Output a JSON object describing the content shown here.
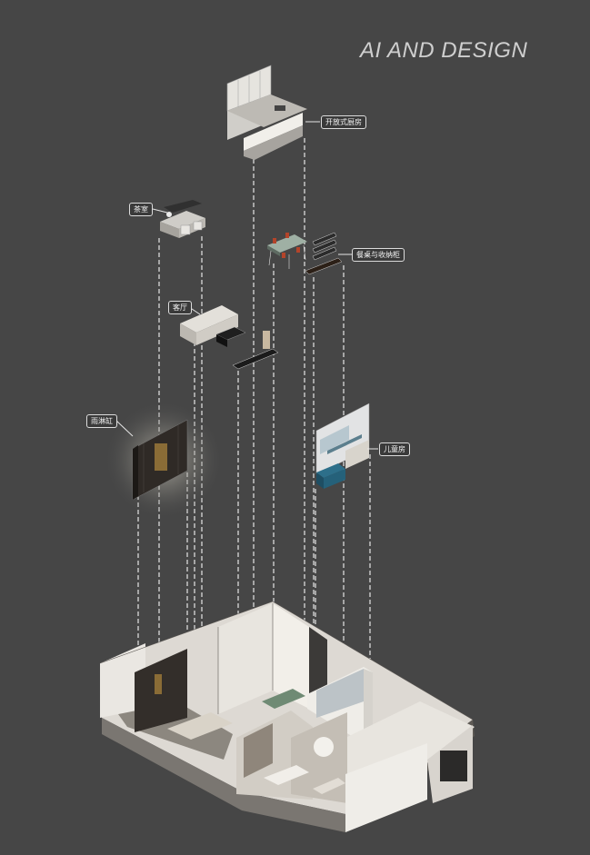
{
  "header": {
    "title": "AI AND DESIGN"
  },
  "labels": {
    "kitchen": "开放式厨房",
    "tea_room": "茶室",
    "dining": "餐桌与收纳柜",
    "living_room": "客厅",
    "shower": "雨淋缸",
    "kids_room": "儿童房"
  }
}
